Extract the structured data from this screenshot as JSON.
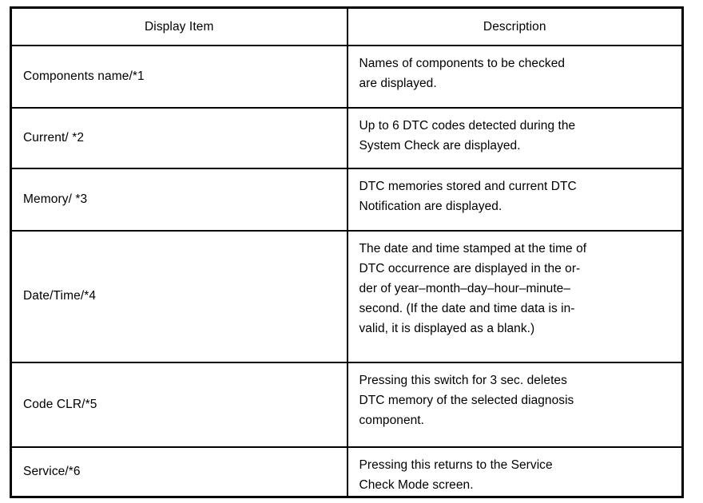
{
  "table": {
    "headers": {
      "item": "Display Item",
      "description": "Description"
    },
    "rows": [
      {
        "item": "Components name/*1",
        "description": "Names of components to be checked\nare displayed."
      },
      {
        "item": "Current/ *2",
        "description": "Up to 6 DTC codes detected during the\nSystem Check are displayed."
      },
      {
        "item": "Memory/ *3",
        "description": "DTC memories stored and current DTC\nNotification are displayed."
      },
      {
        "item": "Date/Time/*4",
        "description": "The date and time stamped at the time of\nDTC occurrence are displayed in the or-\nder of year–month–day–hour–minute–\nsecond. (If the date and time data is in-\nvalid, it is displayed as a blank.)"
      },
      {
        "item": "Code CLR/*5",
        "description": "Pressing this switch for 3 sec. deletes\nDTC memory of the selected diagnosis\ncomponent."
      },
      {
        "item": "Service/*6",
        "description": "Pressing this returns to the Service\nCheck Mode screen."
      }
    ]
  },
  "style": {
    "border_color": "#000000",
    "text_color": "#000000",
    "background": "#ffffff"
  }
}
